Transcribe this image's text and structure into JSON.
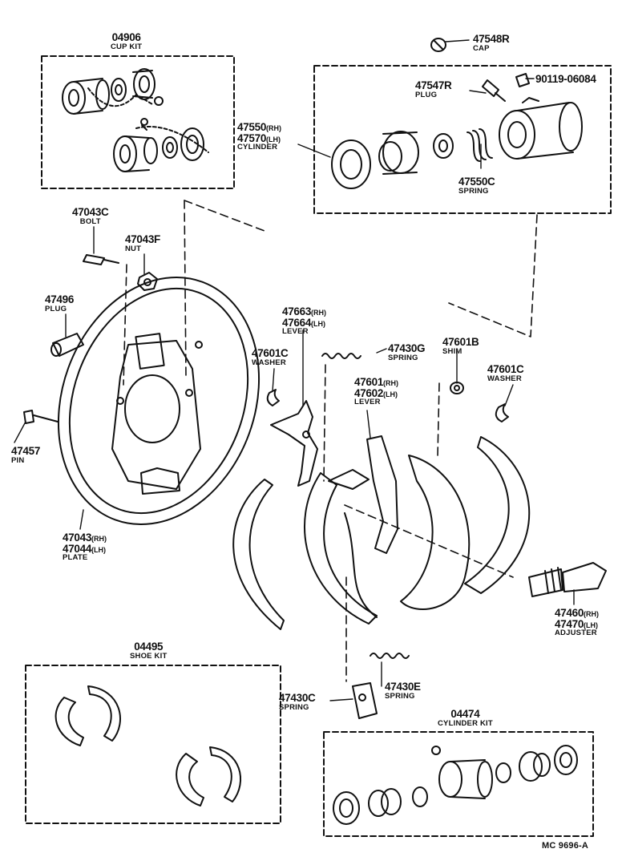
{
  "parts": {
    "cup_kit": {
      "part": "04906",
      "name": "CUP KIT"
    },
    "cap": {
      "part": "47548R",
      "name": "CAP"
    },
    "plug_bleeder": {
      "part": "47547R",
      "name": "PLUG"
    },
    "bleeder_screw": {
      "part": "90119-06084"
    },
    "cylinder": {
      "part_rh": "47550",
      "suffix_rh": "(RH)",
      "part_lh": "47570",
      "suffix_lh": "(LH)",
      "name": "CYLINDER"
    },
    "cyl_spring": {
      "part": "47550C",
      "name": "SPRING"
    },
    "bolt": {
      "part": "47043C",
      "name": "BOLT"
    },
    "nut": {
      "part": "47043F",
      "name": "NUT"
    },
    "plug_hole": {
      "part": "47496",
      "name": "PLUG"
    },
    "pin": {
      "part": "47457",
      "name": "PIN"
    },
    "plate": {
      "part_rh": "47043",
      "suffix_rh": "(RH)",
      "part_lh": "47044",
      "suffix_lh": "(LH)",
      "name": "PLATE"
    },
    "lever_upper": {
      "part_rh": "47663",
      "suffix_rh": "(RH)",
      "part_lh": "47664",
      "suffix_lh": "(LH)",
      "name": "LEVER"
    },
    "washer_left": {
      "part": "47601C",
      "name": "WASHER"
    },
    "spring_g": {
      "part": "47430G",
      "name": "SPRING"
    },
    "shim": {
      "part": "47601B",
      "name": "SHIM"
    },
    "washer_right": {
      "part": "47601C",
      "name": "WASHER"
    },
    "lever_mid": {
      "part_rh": "47601",
      "suffix_rh": "(RH)",
      "part_lh": "47602",
      "suffix_lh": "(LH)",
      "name": "LEVER"
    },
    "adjuster": {
      "part_rh": "47460",
      "suffix_rh": "(RH)",
      "part_lh": "47470",
      "suffix_lh": "(LH)",
      "name": "ADJUSTER"
    },
    "shoe_kit": {
      "part": "04495",
      "name": "SHOE KIT"
    },
    "spring_c": {
      "part": "47430C",
      "name": "SPRING"
    },
    "spring_e": {
      "part": "47430E",
      "name": "SPRING"
    },
    "cylinder_kit": {
      "part": "04474",
      "name": "CYLINDER KIT"
    }
  },
  "figure_code": "MC  9696-A"
}
